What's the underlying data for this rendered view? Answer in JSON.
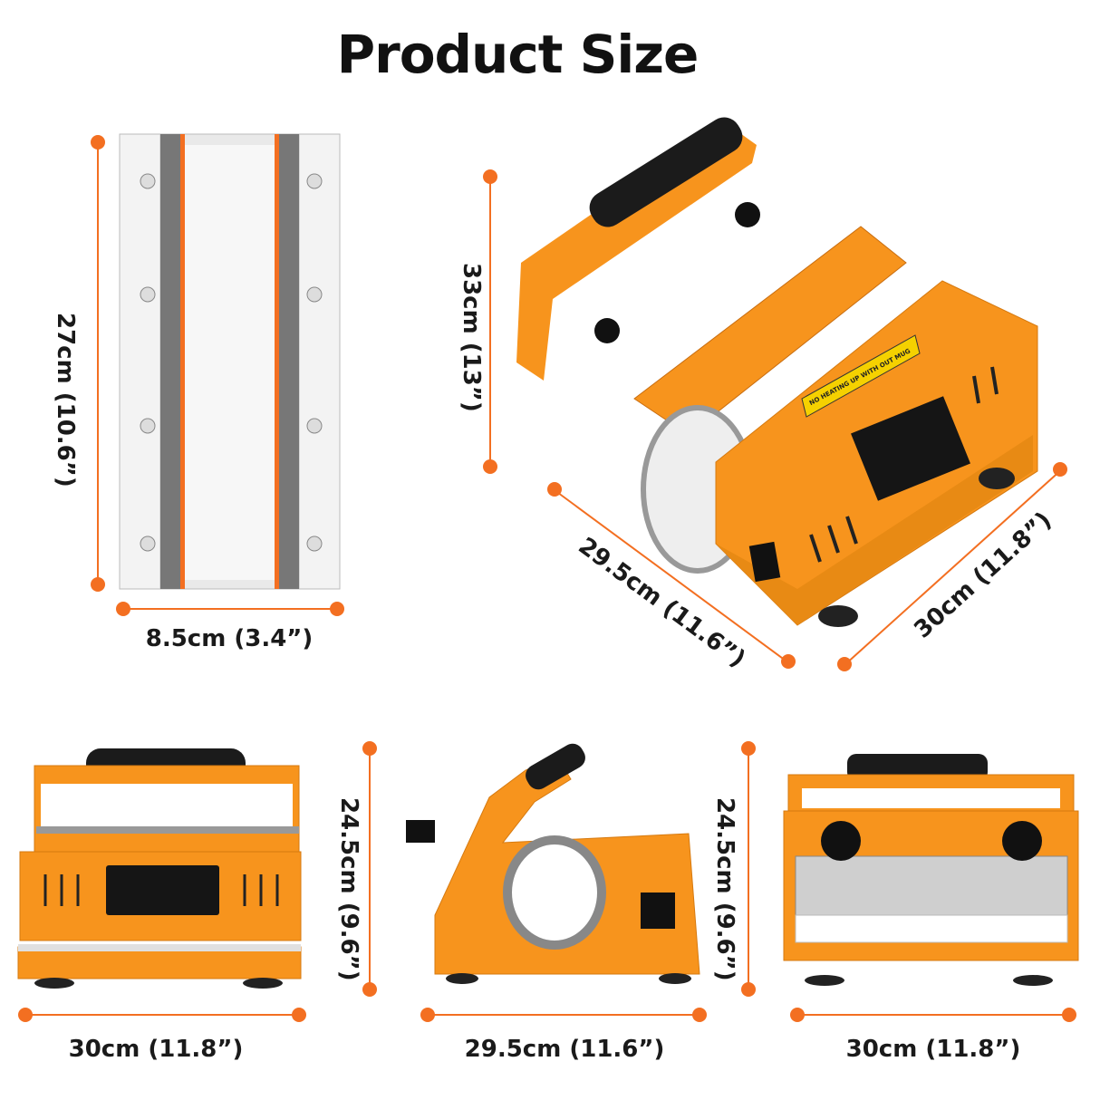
{
  "title": "Product Size",
  "colors": {
    "accent": "#f36f21",
    "machine_orange": "#f7941d",
    "text": "#1a1a1a"
  },
  "heat_plate": {
    "height": "27cm (10.6”)",
    "width": "8.5cm (3.4”)"
  },
  "main_view": {
    "height": "33cm (13”)",
    "depth": "29.5cm (11.6”)",
    "width": "30cm (11.8”)",
    "warning_label": "NO HEATING UP WITH OUT MUG"
  },
  "front_view": {
    "width": "30cm (11.8”)",
    "height": "24.5cm (9.6”)"
  },
  "side_view": {
    "width": "29.5cm (11.6”)",
    "height": "24.5cm (9.6”)"
  },
  "back_view": {
    "width": "30cm (11.8”)"
  }
}
